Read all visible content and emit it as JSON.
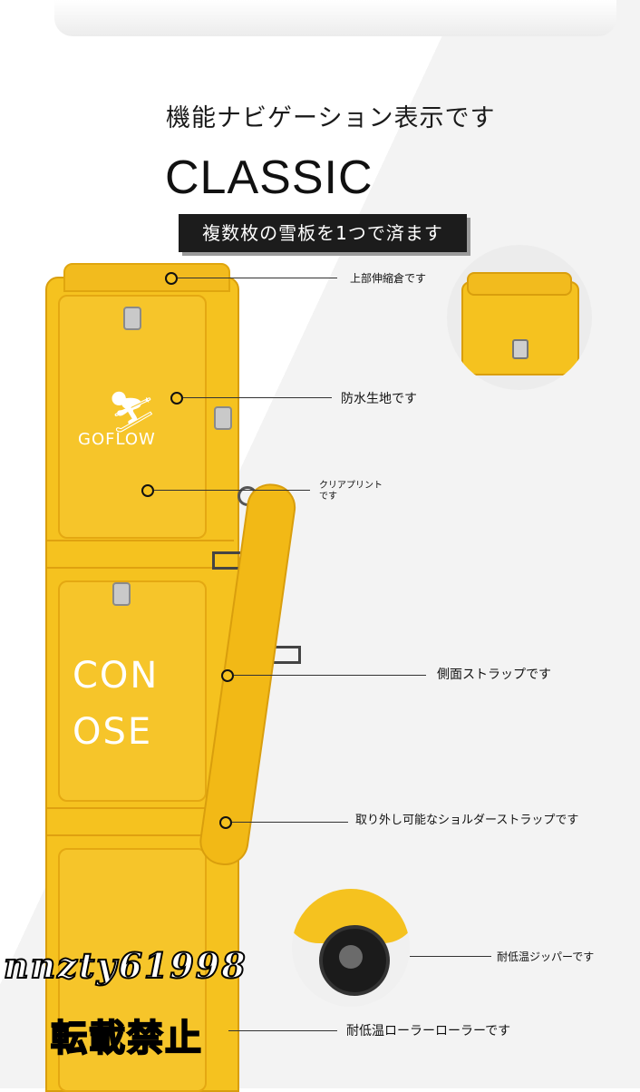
{
  "header": {
    "subtitle": "機能ナビゲーション表示です",
    "title": "CLASSIC",
    "banner": "複数枚の雪板を1つで済ます"
  },
  "bag_print": {
    "brand": "GOFLOW",
    "line1": "CON",
    "line2": "OSE"
  },
  "callouts": [
    {
      "label": "上部伸縮倉です"
    },
    {
      "label": "防水生地です"
    },
    {
      "label": "クリアプリントです"
    },
    {
      "label": "側面ストラップです"
    },
    {
      "label": "取り外し可能なショルダーストラップです"
    },
    {
      "label": "耐低温ジッパーです"
    },
    {
      "label": "耐低温ローラーローラーです"
    }
  ],
  "watermark": {
    "id": "nnzty61998",
    "notice": "転載禁止"
  },
  "colors": {
    "bag_yellow": "#f5c21f",
    "banner_bg": "#1c1c1c"
  }
}
